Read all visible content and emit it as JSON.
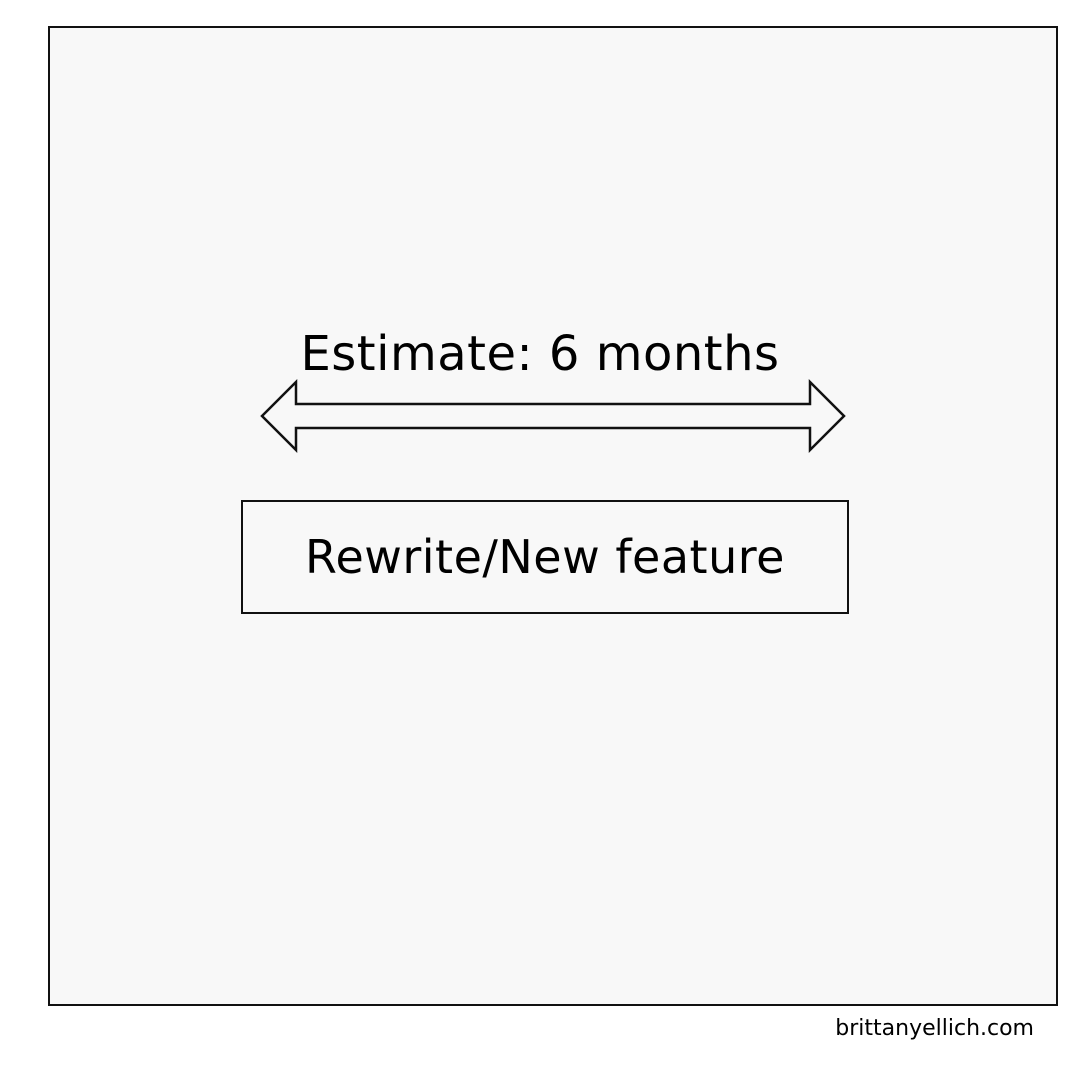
{
  "diagram": {
    "estimate_label": "Estimate: 6 months",
    "feature_label": "Rewrite/New feature"
  },
  "footer": {
    "credit": "brittanyellich.com"
  },
  "colors": {
    "panel_background": "#f8f8f8",
    "stroke": "#111111",
    "text": "#000000"
  },
  "icons": {
    "arrow": "double-headed-arrow-icon"
  }
}
